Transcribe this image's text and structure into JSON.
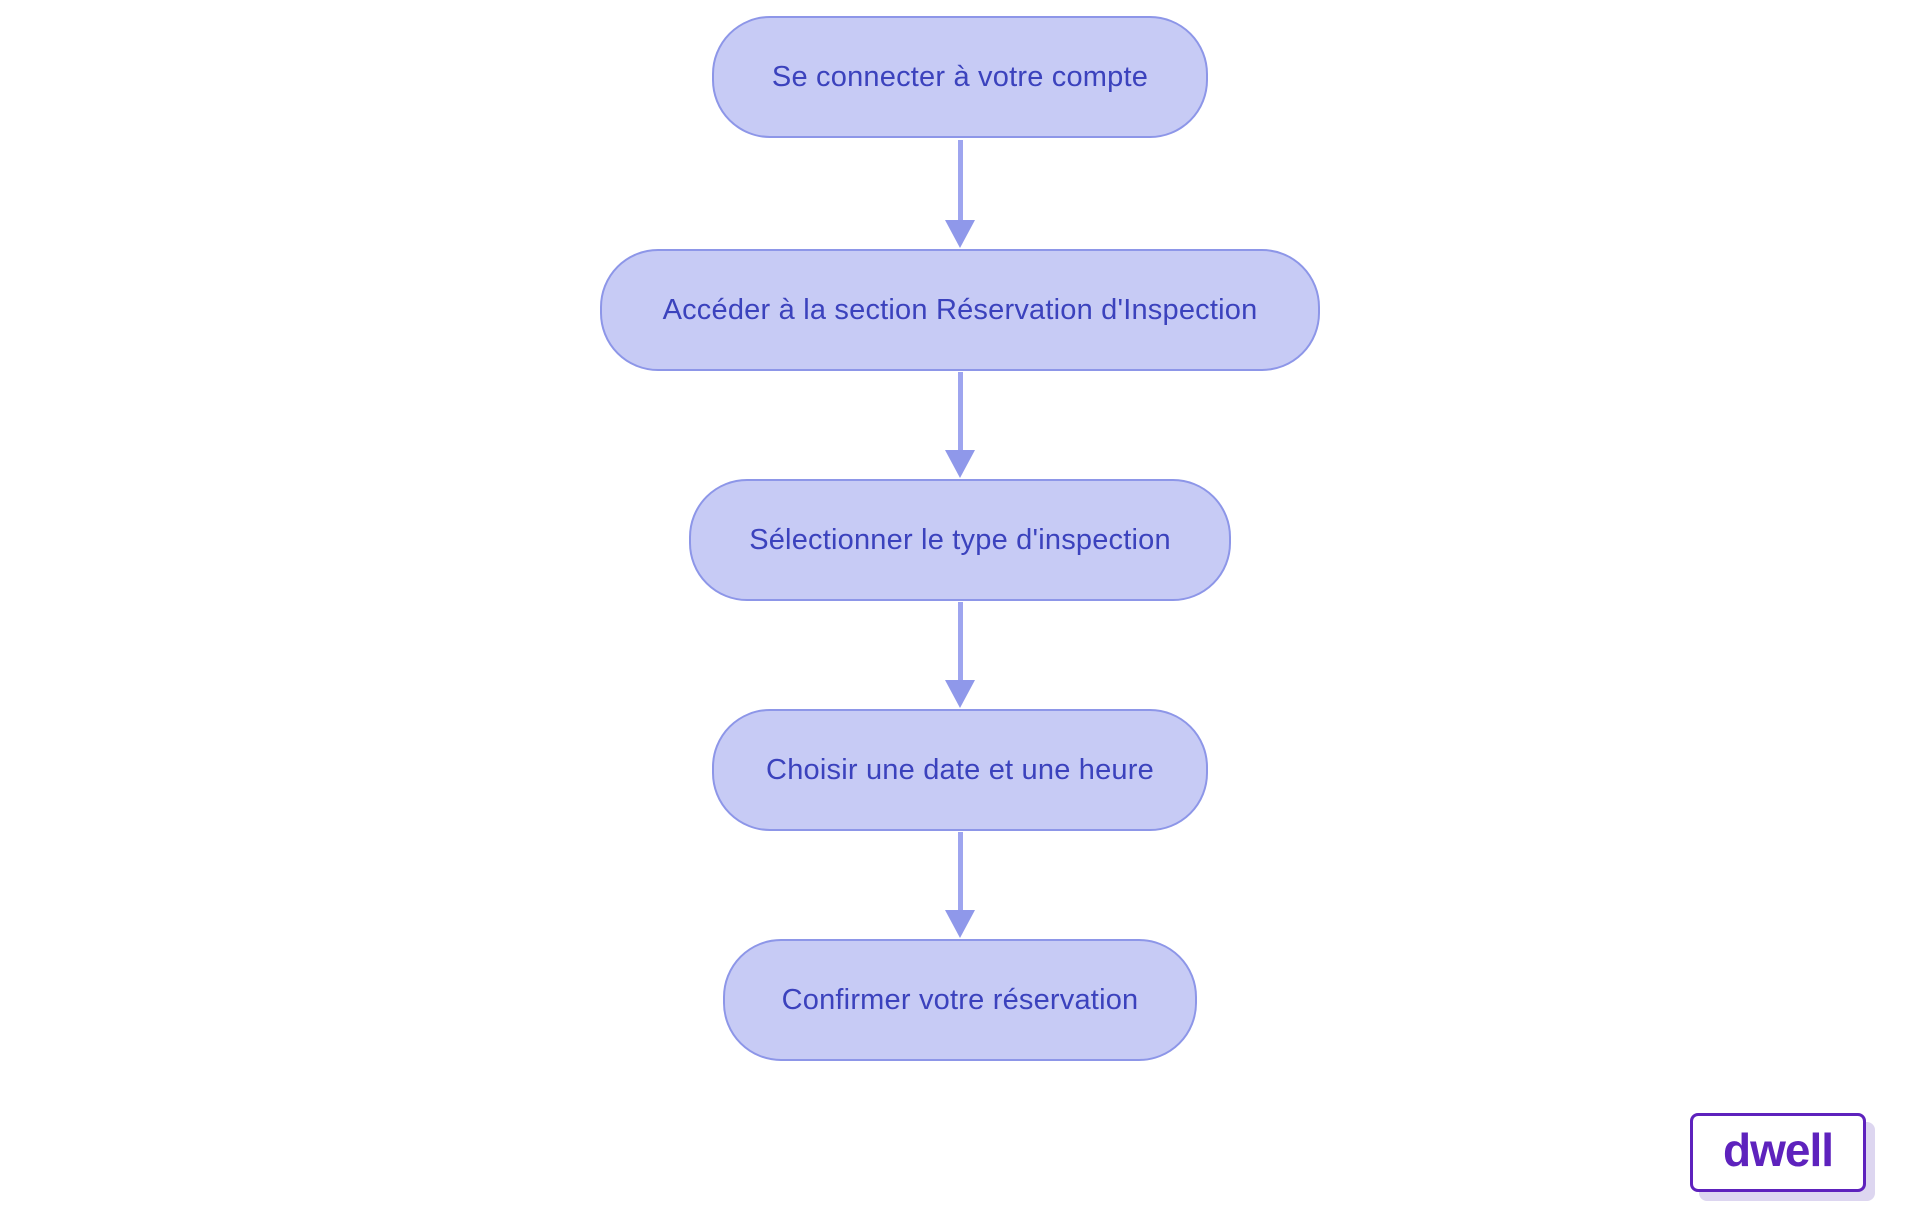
{
  "flowchart": {
    "type": "flowchart",
    "direction": "top-down",
    "node_fill_color": "#c7cbf5",
    "node_border_color": "#8d96e8",
    "node_text_color": "#3b42bd",
    "arrow_color": "#8f98ea",
    "nodes": [
      {
        "id": "login",
        "label": "Se connecter à votre compte"
      },
      {
        "id": "access-booking-section",
        "label": "Accéder à la section Réservation d'Inspection"
      },
      {
        "id": "select-inspection-type",
        "label": "Sélectionner le type d'inspection"
      },
      {
        "id": "choose-date-time",
        "label": "Choisir une date et une heure"
      },
      {
        "id": "confirm-booking",
        "label": "Confirmer votre réservation"
      }
    ],
    "edges": [
      {
        "from": "login",
        "to": "access-booking-section"
      },
      {
        "from": "access-booking-section",
        "to": "select-inspection-type"
      },
      {
        "from": "select-inspection-type",
        "to": "choose-date-time"
      },
      {
        "from": "choose-date-time",
        "to": "confirm-booking"
      }
    ]
  },
  "logo": {
    "text": "dwell",
    "color": "#5e22bd"
  }
}
